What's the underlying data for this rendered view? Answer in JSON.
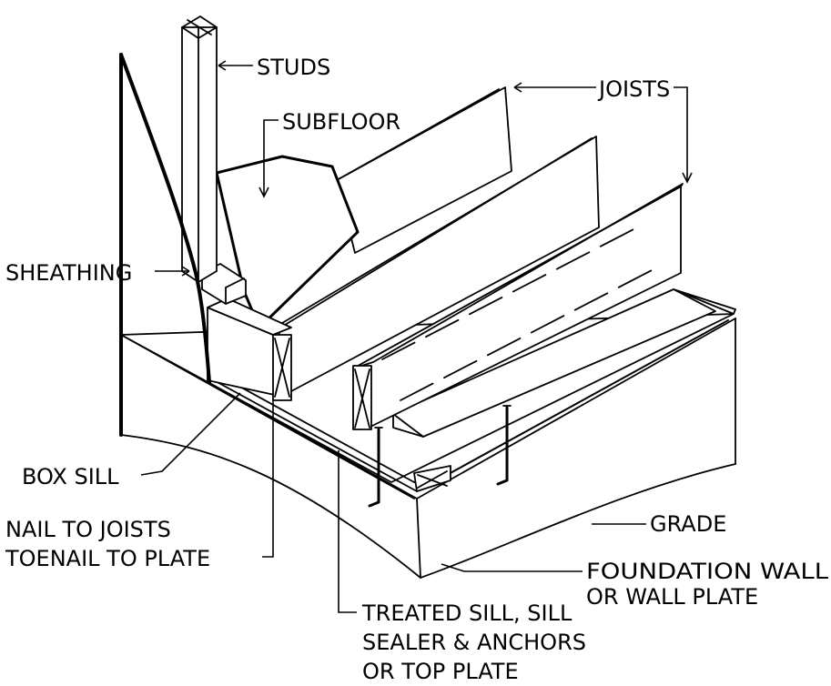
{
  "labels": {
    "studs": "STUDS",
    "joists": "JOISTS",
    "subfloor": "SUBFLOOR",
    "sheathing": "SHEATHING",
    "box_sill": "BOX SILL",
    "nail_line1": "NAIL TO JOISTS",
    "nail_line2": "TOENAIL TO PLATE",
    "grade": "GRADE",
    "foundation_line1": "FOUNDATION WALL",
    "foundation_line2": "OR WALL PLATE",
    "treated_line1": "TREATED SILL, SILL",
    "treated_line2": "SEALER & ANCHORS",
    "treated_line3": "OR TOP PLATE"
  }
}
